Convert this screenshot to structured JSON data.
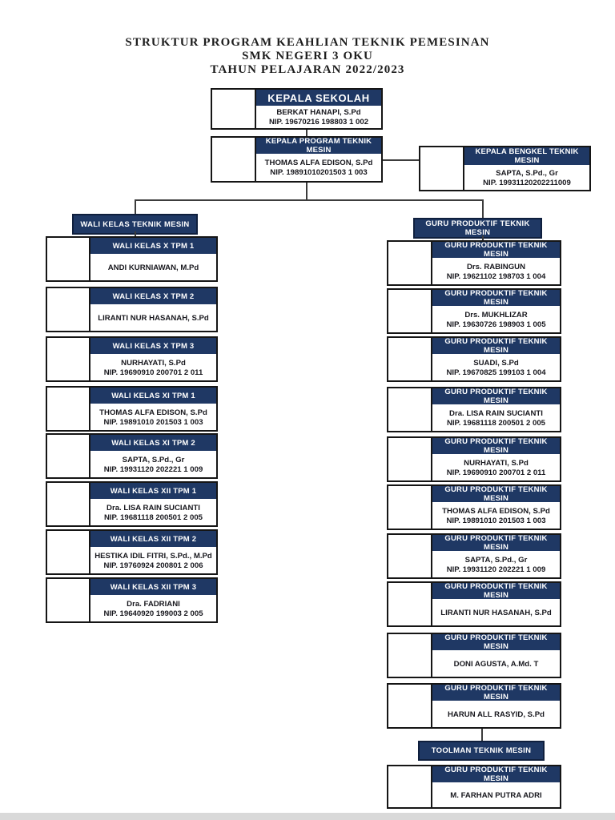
{
  "title": {
    "line1": "STRUKTUR PROGRAM KEAHLIAN TEKNIK PEMESINAN",
    "line2": "SMK NEGERI 3 OKU",
    "line3": "TAHUN PELAJARAN 2022/2023"
  },
  "colors": {
    "navy": "#1f3864",
    "ink": "#17171d",
    "line": "#3c3c3c"
  },
  "top_nodes": {
    "kepala_sekolah": {
      "title": "KEPALA SEKOLAH",
      "name": "BERKAT HANAPI, S.Pd",
      "nip": "NIP. 19670216 198803 1 002"
    },
    "kepala_program": {
      "title": "KEPALA PROGRAM TEKNIK MESIN",
      "name": "THOMAS ALFA EDISON, S.Pd",
      "nip": "NIP. 19891010201503 1 003"
    },
    "kepala_bengkel": {
      "title": "KEPALA BENGKEL TEKNIK MESIN",
      "name": "SAPTA, S.Pd., Gr",
      "nip": "NIP. 19931120202211009"
    }
  },
  "left_column": {
    "header": "WALI KELAS TEKNIK MESIN",
    "cards": [
      {
        "title": "WALI KELAS X TPM 1",
        "name": "ANDI KURNIAWAN, M.Pd",
        "nip": ""
      },
      {
        "title": "WALI KELAS X TPM 2",
        "name": "LIRANTI NUR HASANAH, S.Pd",
        "nip": ""
      },
      {
        "title": "WALI KELAS X TPM 3",
        "name": "NURHAYATI, S.Pd",
        "nip": "NIP. 19690910 200701 2 011"
      },
      {
        "title": "WALI KELAS XI TPM 1",
        "name": "THOMAS ALFA EDISON, S.Pd",
        "nip": "NIP. 19891010 201503 1 003"
      },
      {
        "title": "WALI KELAS XI TPM 2",
        "name": "SAPTA, S.Pd., Gr",
        "nip": "NIP. 19931120 202221 1 009"
      },
      {
        "title": "WALI KELAS XII TPM 1",
        "name": "Dra. LISA RAIN SUCIANTI",
        "nip": "NIP. 19681118 200501 2 005"
      },
      {
        "title": "WALI KELAS XII TPM 2",
        "name": "HESTIKA IDIL FITRI, S.Pd., M.Pd",
        "nip": "NIP. 19760924 200801 2 006"
      },
      {
        "title": "WALI KELAS XII TPM 3",
        "name": "Dra. FADRIANI",
        "nip": "NIP. 19640920 199003 2 005"
      }
    ]
  },
  "right_column": {
    "header": "GURU PRODUKTIF TEKNIK MESIN",
    "cards": [
      {
        "title": "GURU PRODUKTIF TEKNIK MESIN",
        "name": "Drs. RABINGUN",
        "nip": "NIP. 19621102 198703 1 004"
      },
      {
        "title": "GURU PRODUKTIF TEKNIK MESIN",
        "name": "Drs. MUKHLIZAR",
        "nip": "NIP. 19630726 198903 1 005"
      },
      {
        "title": "GURU PRODUKTIF TEKNIK MESIN",
        "name": "SUADI, S.Pd",
        "nip": "NIP. 19670825 199103 1 004"
      },
      {
        "title": "GURU PRODUKTIF TEKNIK MESIN",
        "name": "Dra. LISA RAIN SUCIANTI",
        "nip": "NIP. 19681118 200501 2 005"
      },
      {
        "title": "GURU PRODUKTIF TEKNIK MESIN",
        "name": "NURHAYATI, S.Pd",
        "nip": "NIP. 19690910 200701 2 011"
      },
      {
        "title": "GURU PRODUKTIF TEKNIK MESIN",
        "name": "THOMAS ALFA EDISON, S.Pd",
        "nip": "NIP. 19891010 201503 1 003"
      },
      {
        "title": "GURU PRODUKTIF TEKNIK MESIN",
        "name": "SAPTA, S.Pd., Gr",
        "nip": "NIP. 19931120 202221 1 009"
      },
      {
        "title": "GURU PRODUKTIF TEKNIK MESIN",
        "name": "LIRANTI NUR HASANAH, S.Pd",
        "nip": ""
      },
      {
        "title": "GURU PRODUKTIF TEKNIK MESIN",
        "name": "DONI AGUSTA, A.Md. T",
        "nip": ""
      },
      {
        "title": "GURU PRODUKTIF TEKNIK MESIN",
        "name": "HARUN ALL RASYID, S.Pd",
        "nip": ""
      }
    ],
    "toolman_header": "TOOLMAN TEKNIK MESIN",
    "toolman_card": {
      "title": "GURU PRODUKTIF TEKNIK MESIN",
      "name": "M. FARHAN PUTRA ADRI",
      "nip": ""
    }
  }
}
